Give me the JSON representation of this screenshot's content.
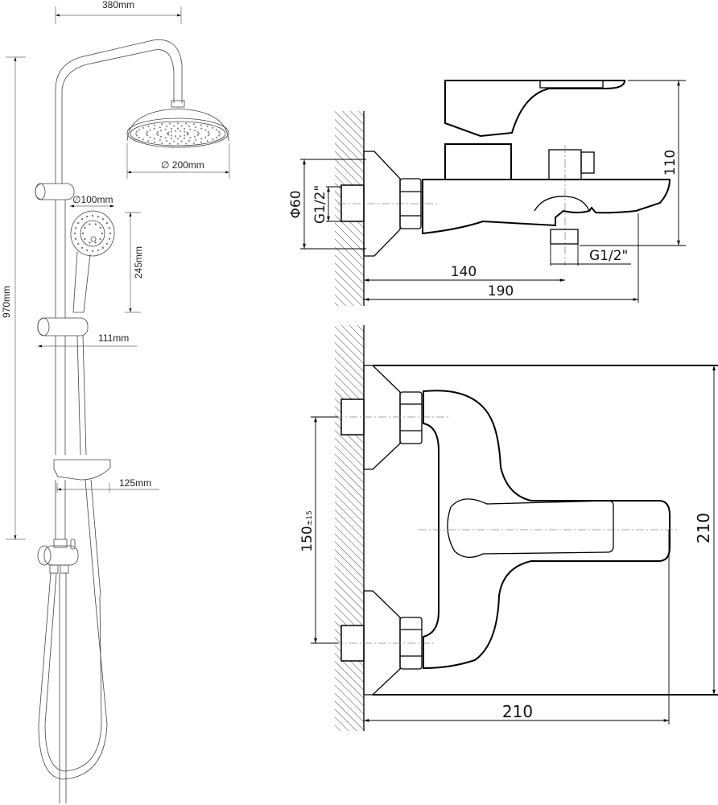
{
  "drawing": {
    "title": "Shower set and wall-mounted bath mixer — dimension drawing",
    "colors": {
      "line": "#000000",
      "background": "#ffffff",
      "centerline": "#888888"
    }
  },
  "shower_set": {
    "dimensions": {
      "arm_reach": "380mm",
      "head_diameter": "∅ 200mm",
      "hand_shower_diameter": "∅100mm",
      "hand_shower_length": "245mm",
      "holder_depth": "111mm",
      "soap_dish_depth": "125mm",
      "total_height": "970mm"
    }
  },
  "mixer_side_view": {
    "dimensions": {
      "flange_diameter": "Φ60",
      "inlet_thread": "G1/2\"",
      "height": "110",
      "outlet_thread": "G1/2\"",
      "outlet_offset": "140",
      "spout_reach": "190"
    }
  },
  "mixer_top_view": {
    "dimensions": {
      "inlet_spacing": "150",
      "inlet_spacing_tolerance": "±15",
      "depth": "210",
      "width": "210"
    }
  }
}
